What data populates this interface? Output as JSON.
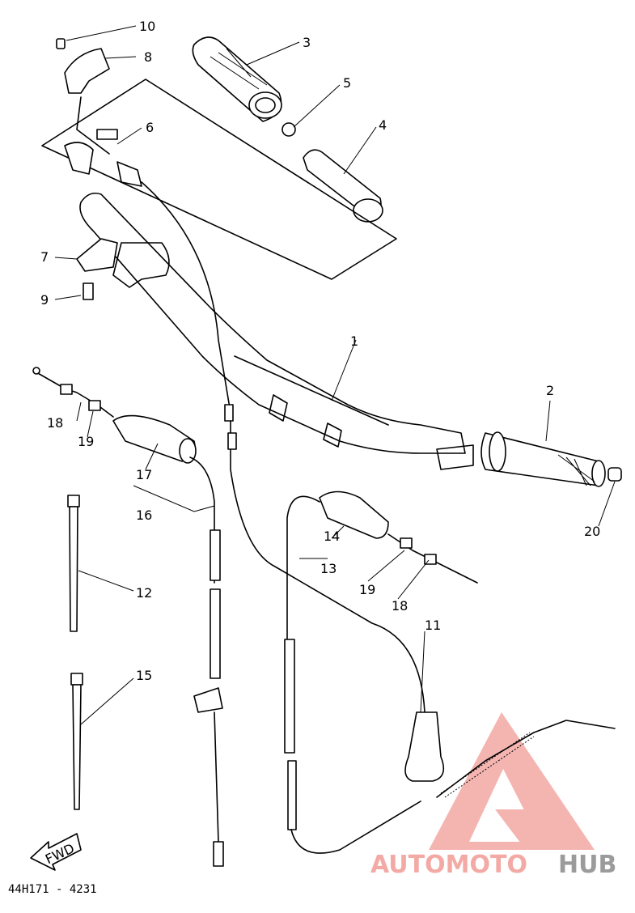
{
  "diagram": {
    "part_number": "44H171 - 4231",
    "direction_tag": "FWD",
    "callouts": [
      "1",
      "2",
      "3",
      "4",
      "5",
      "6",
      "7",
      "8",
      "9",
      "10",
      "11",
      "12",
      "13",
      "14",
      "15",
      "16",
      "17",
      "18",
      "19",
      "20",
      "18",
      "19"
    ]
  },
  "watermark": {
    "brand_part1": "AUTOMOTO",
    "brand_part2": "HUB",
    "color_primary": "#f3a9a4",
    "color_secondary": "#9b9b9b"
  }
}
